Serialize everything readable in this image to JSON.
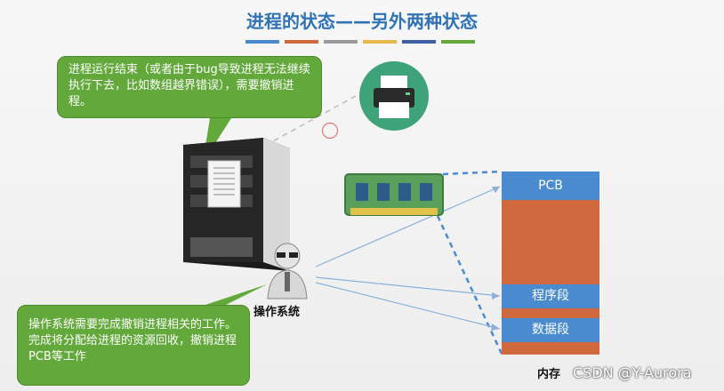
{
  "watermark_top": "",
  "title": "进程的状态——另外两种状态",
  "title_bar_colors": [
    "#4a8bd0",
    "#d06a3e",
    "#9a9a9a",
    "#e8b84a",
    "#3c5fa8",
    "#62a83a"
  ],
  "callout_top": "进程运行结束（或者由于bug导致进程无法继续执行下去，比如数组越界错误），需要撤销进程。",
  "callout_bottom": "操作系统需要完成撤销进程相关的工作。完成将分配给进程的资源回收，撤销进程PCB等工作",
  "os_label": "操作系统",
  "memory": {
    "pcb": "PCB",
    "program": "程序段",
    "data": "数据段",
    "label": "内存"
  },
  "watermark": "CSDN @Y-Aurora",
  "colors": {
    "title": "#2f73b6",
    "callout": "#62a83a",
    "memory_block": "#4a8bd0",
    "memory_body": "#d06a3e",
    "printer_bg": "#3ea37a"
  }
}
